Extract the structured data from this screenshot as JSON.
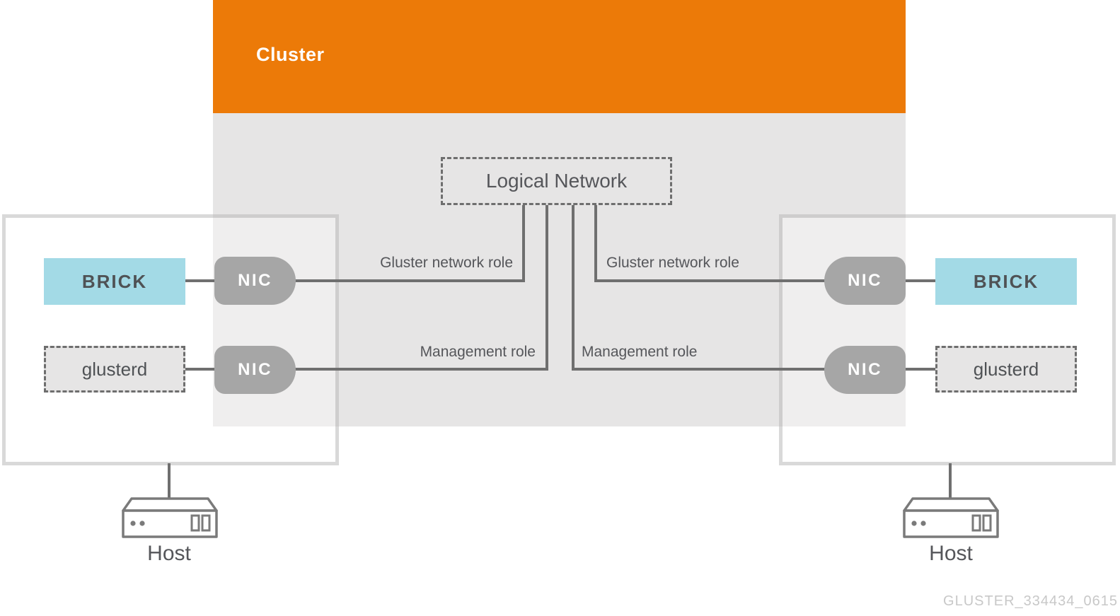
{
  "cluster": {
    "title": "Cluster"
  },
  "logical_network": {
    "label": "Logical Network"
  },
  "connections": {
    "left": {
      "gluster_role": "Gluster network role",
      "management_role": "Management role"
    },
    "right": {
      "gluster_role": "Gluster network role",
      "management_role": "Management role"
    }
  },
  "hosts": {
    "left": {
      "label": "Host",
      "brick": "BRICK",
      "glusterd": "glusterd",
      "nic_top": "NIC",
      "nic_bottom": "NIC"
    },
    "right": {
      "label": "Host",
      "brick": "BRICK",
      "glusterd": "glusterd",
      "nic_top": "NIC",
      "nic_bottom": "NIC"
    }
  },
  "watermark": "GLUSTER_334434_0615",
  "colors": {
    "c-header": "#EC7A08",
    "c-body": "#E6E5E5",
    "c-nic": "#A6A6A6",
    "c-line": "#6F6F6F",
    "c-brick": "#A3DAE6",
    "c-text": "#55565A",
    "c-watermark": "#C8C8C8"
  }
}
